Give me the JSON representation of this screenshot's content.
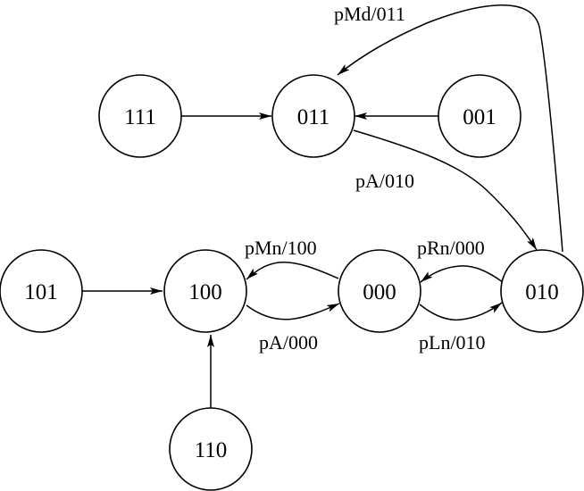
{
  "diagram": {
    "states": {
      "s111": "111",
      "s011": "011",
      "s001": "001",
      "s101": "101",
      "s100": "100",
      "s000": "000",
      "s010": "010",
      "s110": "110"
    },
    "edge_labels": {
      "e010_011": "pMd/011",
      "e011_010": "pA/010",
      "e000_100": "pMn/100",
      "e010_000": "pRn/000",
      "e100_000": "pA/000",
      "e000_010": "pLn/010"
    },
    "colors": {
      "stroke": "#000000",
      "background": "#ffffff"
    }
  }
}
